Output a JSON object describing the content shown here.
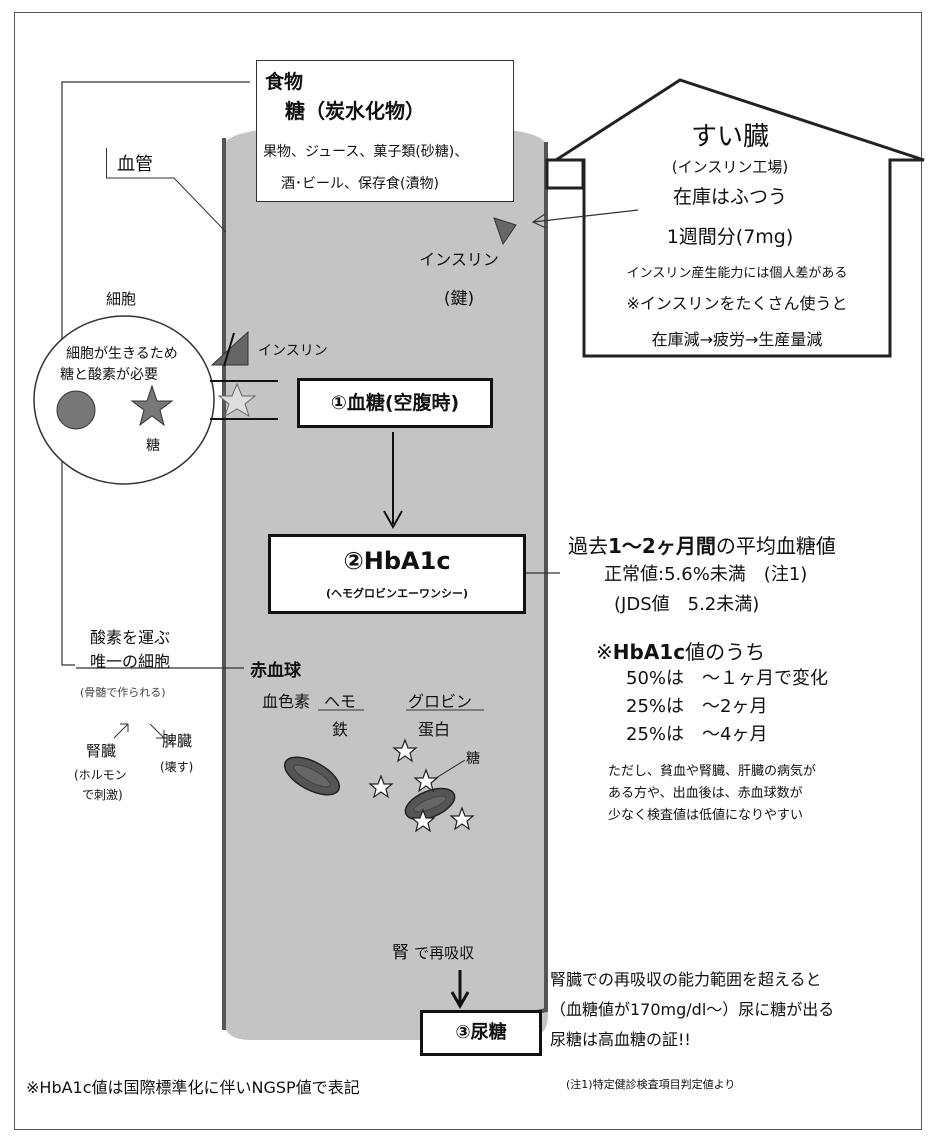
{
  "food_box": {
    "title": "食物",
    "subtitle": "糖（炭水化物）",
    "line1": "果物、ジュース、菓子類(砂糖)、",
    "line2": "酒･ビール、保存食(漬物)"
  },
  "vessel_label": "血管",
  "pancreas": {
    "title": "すい臓",
    "subtitle": "(インスリン工場)",
    "stock": "在庫はふつう",
    "amount": "1週間分(7mg)",
    "note1": "インスリン産生能力には個人差がある",
    "note2": "※インスリンをたくさん使うと",
    "note3": "在庫減→疲労→生産量減"
  },
  "insulin_key": {
    "line1": "インスリン",
    "line2": "(鍵)"
  },
  "cell": {
    "label": "細胞",
    "text1": "細胞が生きるため",
    "text2": "糖と酸素が必要",
    "sugar": "糖",
    "insulin": "インスリン"
  },
  "blood_sugar_box": "①血糖(空腹時)",
  "hba1c_box": {
    "title": "②HbA1c",
    "subtitle": "(ヘモグロビンエーワンシー)"
  },
  "hba1c_info": {
    "line1_a": "過去",
    "line1_b": "1〜2ヶ月間",
    "line1_c": "の平均血糖値",
    "line2": "正常値:5.6%未満　(注1)",
    "line3": "(JDS値　5.2未満)"
  },
  "hba1c_breakdown": {
    "head_a": "※",
    "head_b": "HbA1c",
    "head_c": "値のうち",
    "row1": "50%は　〜１ヶ月で変化",
    "row2": "25%は　〜2ヶ月",
    "row3": "25%は　〜4ヶ月",
    "caveat1": "ただし、貧血や腎臓、肝臓の病気が",
    "caveat2": "ある方や、出血後は、赤血球数が",
    "caveat3": "少なく検査値は低値になりやすい"
  },
  "rbc": {
    "carrier1": "酸素を運ぶ",
    "carrier2": "唯一の細胞",
    "marrow": "(骨髄で作られる)",
    "title": "赤血球",
    "pigment": "血色素",
    "hemo": "ヘモ",
    "iron": "鉄",
    "globin": "グロビン",
    "protein": "蛋白",
    "kidney": "腎臓",
    "kidney_note1": "(ホルモン",
    "kidney_note2": "で刺激)",
    "spleen": "脾臓",
    "spleen_note": "(壊す)",
    "sugar": "糖"
  },
  "kidney_reabsorb": {
    "a": "腎",
    "b": "で再吸収"
  },
  "urine_box": "③尿糖",
  "urine_info": {
    "line1": "腎臓での再吸収の能力範囲を超えると",
    "line2": "（血糖値が170mg/dl〜）尿に糖が出る",
    "line3": "尿糖は高血糖の証!!"
  },
  "footer_left": "※HbA1c値は国際標準化に伴いNGSP値で表記",
  "footer_right": "(注1)特定健診検査項目判定値より"
}
